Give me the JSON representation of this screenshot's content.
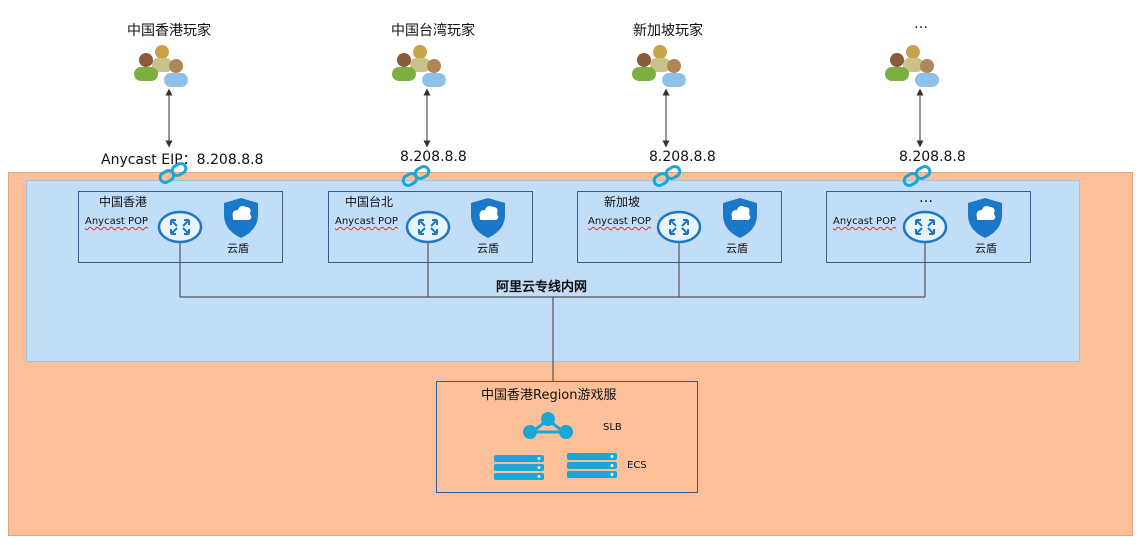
{
  "players": [
    {
      "label": "中国香港玩家",
      "ip": "Anycast EIP：8.208.8.8"
    },
    {
      "label": "中国台湾玩家",
      "ip": "8.208.8.8"
    },
    {
      "label": "新加坡玩家",
      "ip": "8.208.8.8"
    },
    {
      "label": "…",
      "ip": "8.208.8.8"
    }
  ],
  "pops": [
    {
      "title": "中国香港",
      "sub": "Anycast POP",
      "guard": "云盾"
    },
    {
      "title": "中国台北",
      "sub": "Anycast POP",
      "guard": "云盾"
    },
    {
      "title": "新加坡",
      "sub": "Anycast POP",
      "guard": "云盾"
    },
    {
      "title": "…",
      "sub": "Anycast POP",
      "guard": "云盾"
    }
  ],
  "network_label": "阿里云专线内网",
  "region": {
    "title": "中国香港Region游戏服",
    "slb_label": "SLB",
    "ecs_label": "ECS"
  },
  "colors": {
    "outer_bg": "#fbc09a",
    "inner_bg": "#c2ddf7",
    "box_border": "#3a5a8a",
    "icon_teal": "#1aa7d6",
    "icon_blue": "#1b78c8"
  },
  "icons": [
    "players-group-icon",
    "link-chain-icon",
    "router-icon",
    "cloud-shield-icon",
    "slb-icon",
    "server-icon"
  ]
}
